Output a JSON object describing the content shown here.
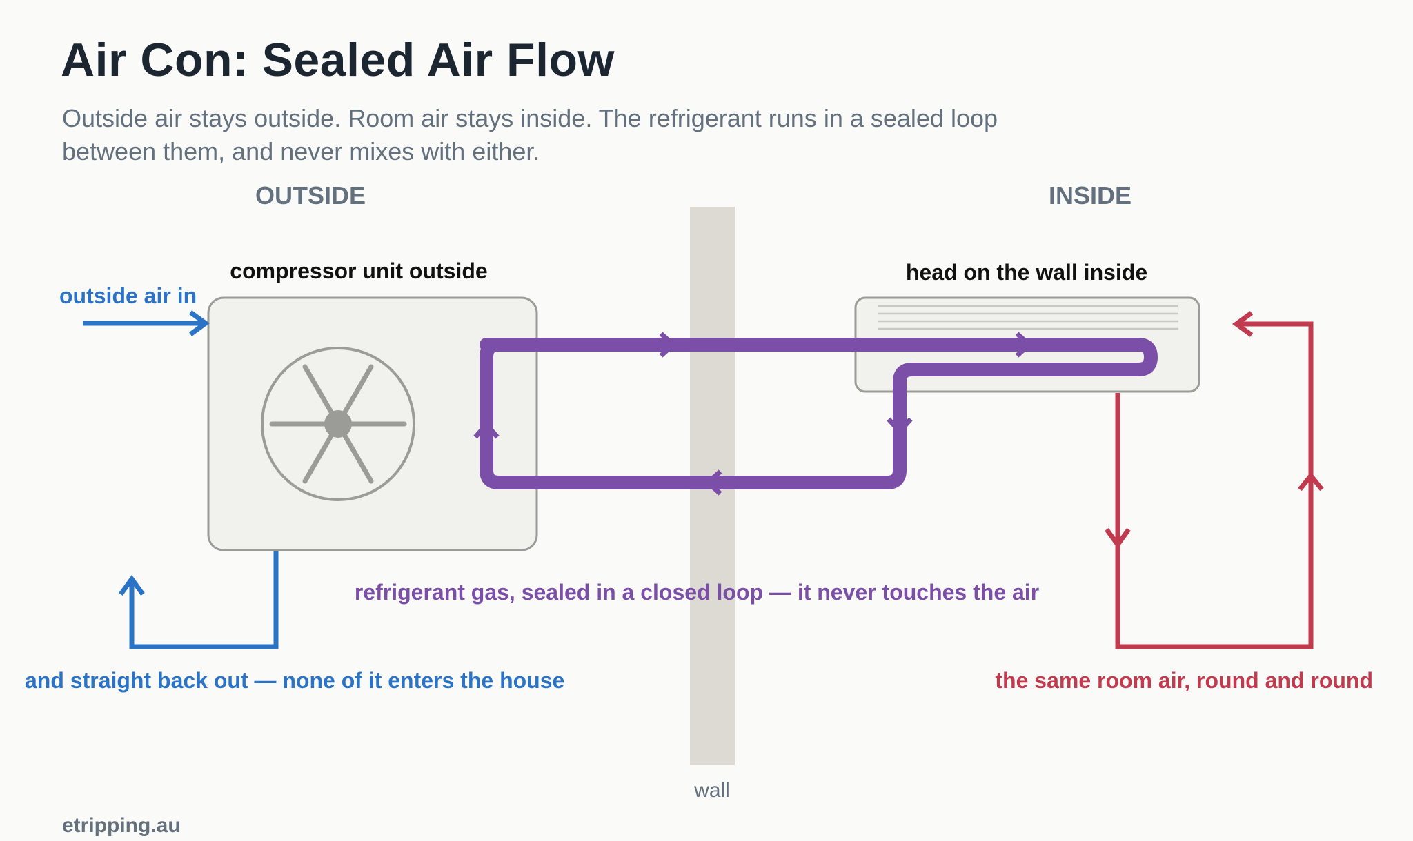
{
  "title": "Air Con: Sealed Air Flow",
  "subtitle": "Outside air stays outside. Room air stays inside. The refrigerant runs in a sealed loop between them, and never mixes with either.",
  "labels": {
    "outside": "OUTSIDE",
    "inside": "INSIDE",
    "compressor": "compressor unit outside",
    "head": "head on the wall inside",
    "outside_air_in": "outside air in",
    "outside_air_out": "and straight back out — none of it enters the house",
    "refrigerant": "refrigerant gas, sealed in a closed loop — it never touches the air",
    "room_air": "the same room air, round and round",
    "wall": "wall"
  },
  "brand": "etripping.au",
  "colors": {
    "outside_air": "#2a73c7",
    "room_air": "#c23a4e",
    "refrigerant": "#7b4ea8",
    "wall": "#dcdad2",
    "unit_fill": "#f1f1ee",
    "unit_stroke": "#9b9b97"
  }
}
